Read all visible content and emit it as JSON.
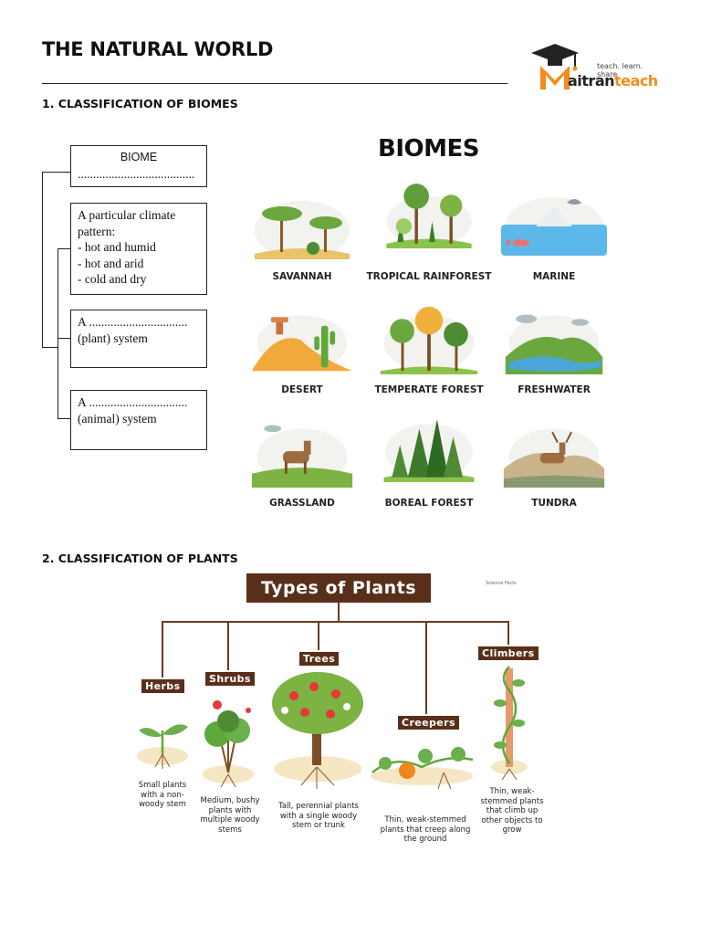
{
  "page_title": "THE NATURAL WORLD",
  "logo": {
    "tagline": "teach. learn. share",
    "brand_first": "M",
    "brand_dark": "aitran",
    "brand_accent": "teach"
  },
  "section1": {
    "heading": "1. CLASSIFICATION OF BIOMES",
    "biome_box": {
      "title": "BIOME",
      "blank": "......................................"
    },
    "climate_box": {
      "text": "A particular climate pattern:",
      "items": [
        "- hot and humid",
        "- hot and arid",
        "- cold and dry"
      ]
    },
    "plant_box": {
      "line1": "A ................................",
      "line2": "(plant) system"
    },
    "animal_box": {
      "line1": "A ................................",
      "line2": "(animal) system"
    },
    "infographic_title": "BIOMES",
    "biomes": [
      "SAVANNAH",
      "TROPICAL RAINFOREST",
      "MARINE",
      "DESERT",
      "TEMPERATE FOREST",
      "FRESHWATER",
      "GRASSLAND",
      "BOREAL FOREST",
      "TUNDRA"
    ]
  },
  "section2": {
    "heading": "2. CLASSIFICATION OF PLANTS",
    "banner": "Types of Plants",
    "credit": "Science Facts",
    "types": [
      {
        "name": "Herbs",
        "desc": "Small plants with a non-woody stem"
      },
      {
        "name": "Shrubs",
        "desc": "Medium, bushy plants with multiple woody stems"
      },
      {
        "name": "Trees",
        "desc": "Tall, perennial plants with a single woody stem or trunk"
      },
      {
        "name": "Creepers",
        "desc": "Thin, weak-stemmed plants that creep along the ground"
      },
      {
        "name": "Climbers",
        "desc": "Thin, weak-stemmed plants that climb up other objects to grow"
      }
    ]
  },
  "colors": {
    "accent_orange": "#f28c1c",
    "brown": "#5a2f1a",
    "green": "#5fa83a"
  }
}
